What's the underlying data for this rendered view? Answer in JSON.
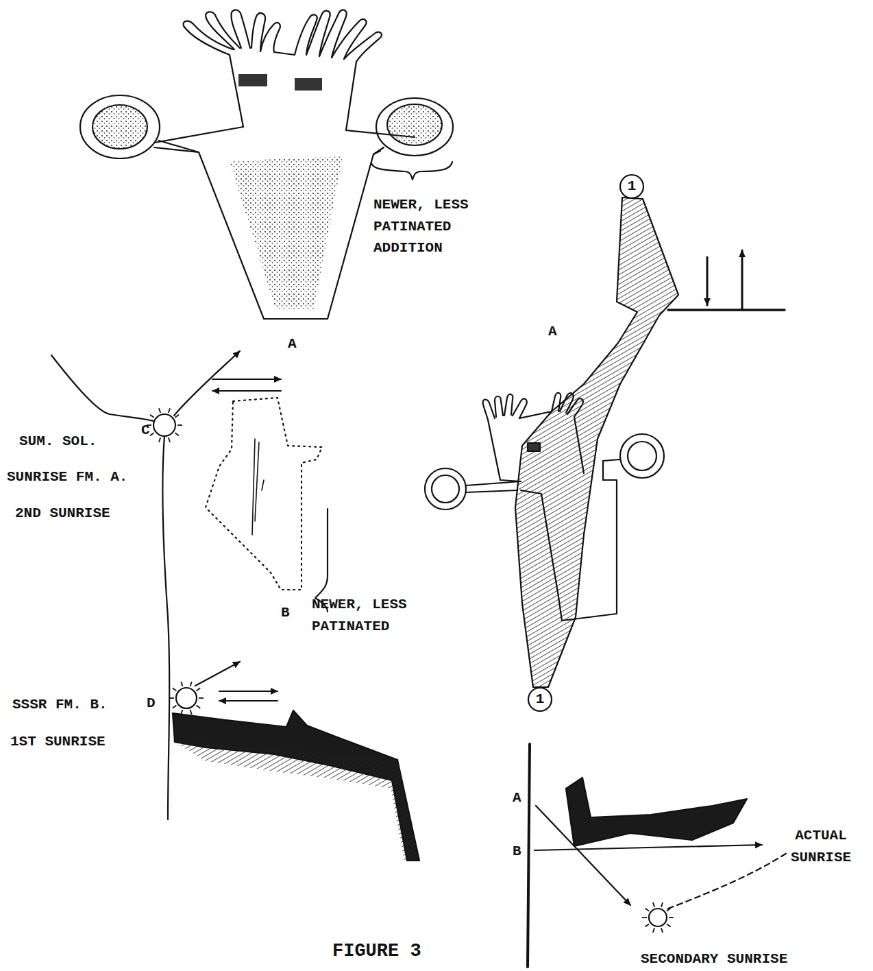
{
  "diagram": {
    "caption": "FIGURE 3",
    "labels": [
      "NEWER, LESS PATINATED ADDITION",
      "A",
      "A",
      "SUM. SOL.",
      "C",
      "SUNRISE FM. A.",
      "2ND SUNRISE",
      "NEWER, LESS PATINATED",
      "B",
      "SSSR FM. B.",
      "D",
      "1ST SUNRISE",
      "1",
      "1",
      "A",
      "B",
      "ACTUAL SUNRISE",
      "SECONDARY SUNRISE"
    ]
  }
}
